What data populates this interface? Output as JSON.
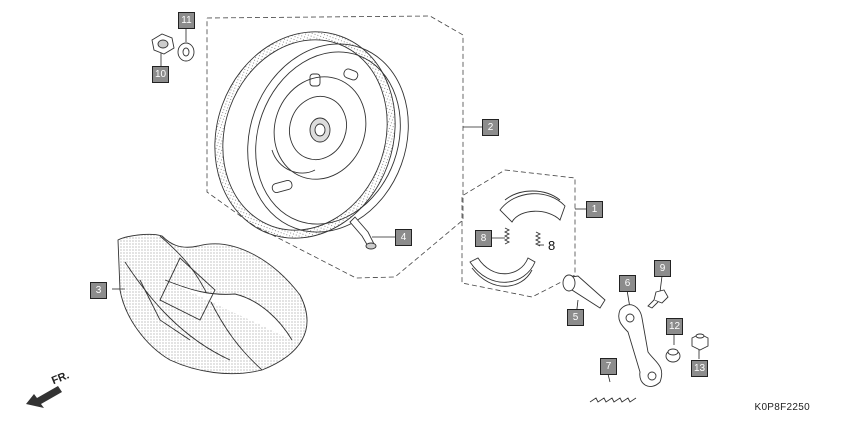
{
  "diagram": {
    "drawing_code": "K0P8F2250",
    "direction_label": "FR.",
    "callouts": [
      {
        "id": "c1",
        "label": "1",
        "part": "brake-shoe-set"
      },
      {
        "id": "c2",
        "label": "2",
        "part": "rear-wheel"
      },
      {
        "id": "c3",
        "label": "3",
        "part": "rear-tire"
      },
      {
        "id": "c4",
        "label": "4",
        "part": "air-valve"
      },
      {
        "id": "c5",
        "label": "5",
        "part": "brake-cam"
      },
      {
        "id": "c6",
        "label": "6",
        "part": "brake-arm"
      },
      {
        "id": "c7",
        "label": "7",
        "part": "return-spring"
      },
      {
        "id": "c8",
        "label": "8",
        "part": "shoe-spring"
      },
      {
        "id": "c8b",
        "label": "8",
        "part": "shoe-spring"
      },
      {
        "id": "c9",
        "label": "9",
        "part": "bolt"
      },
      {
        "id": "c10",
        "label": "10",
        "part": "axle-nut"
      },
      {
        "id": "c11",
        "label": "11",
        "part": "washer"
      },
      {
        "id": "c12",
        "label": "12",
        "part": "joint-pin"
      },
      {
        "id": "c13",
        "label": "13",
        "part": "adjusting-nut"
      }
    ]
  }
}
